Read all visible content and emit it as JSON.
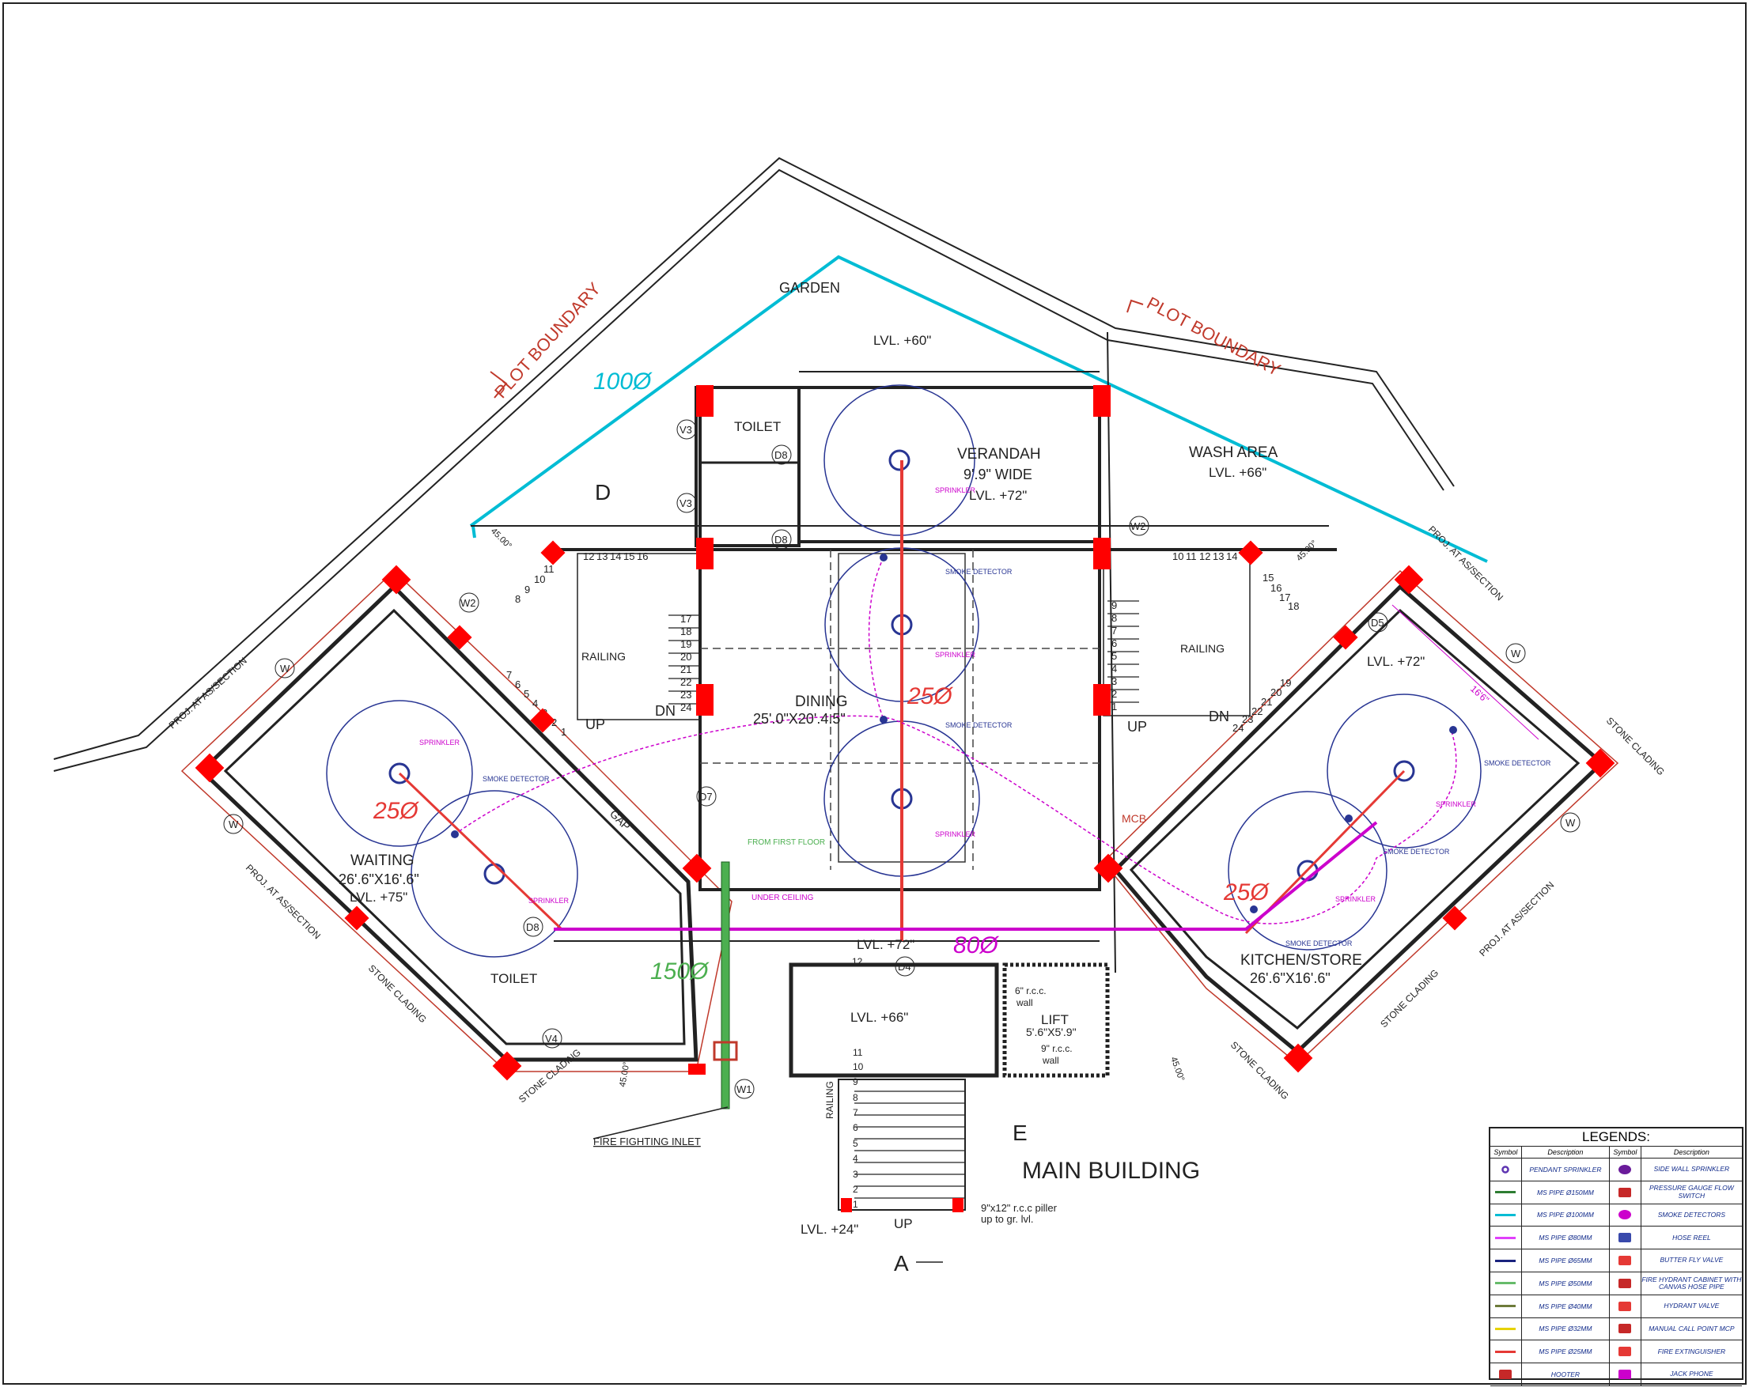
{
  "rooms": {
    "garden": "GARDEN",
    "garden_level": "LVL. +60\"",
    "toilet_top": "TOILET",
    "verandah": "VERANDAH",
    "verandah_size": "9'.9\" WIDE",
    "verandah_level": "LVL. +72\"",
    "wash_area": "WASH AREA",
    "wash_level": "LVL. +66\"",
    "block_d": "D",
    "dining": "DINING",
    "dining_size": "25'.0\"X20'.4.5\"",
    "waiting": "WAITING",
    "waiting_size": "26'.6\"X16'.6\"",
    "waiting_level": "LVL. +75\"",
    "toilet_bottom": "TOILET",
    "kitchen": "KITCHEN/STORE",
    "kitchen_size": "26'.6\"X16'.6\"",
    "kitchen_level": "LVL. +72\"",
    "lobby_level": "LVL. +72\"",
    "lobby_num": "12",
    "entry_level": "LVL. +66\"",
    "lift": "LIFT",
    "lift_size": "5'.6\"X5'.9\"",
    "lift_wall_top": "6\" r.c.c.",
    "lift_wall_top2": "wall",
    "lift_wall_bottom": "9\" r.c.c.",
    "lift_wall_bottom2": "wall",
    "block_e": "E",
    "main_building": "MAIN BUILDING",
    "stair_level": "LVL. +24\"",
    "stair_up": "UP",
    "section_a": "A",
    "piller_note": "9\"x12\" r.c.c piller",
    "piller_note2": "up to gr. lvl."
  },
  "boundary": {
    "left": "PLOT BOUNDARY",
    "right": "PLOT BOUNDARY"
  },
  "labels": {
    "railing": "RAILING",
    "up": "UP",
    "dn": "DN",
    "gap": "GAP",
    "mcb": "MCB",
    "proj_section": "PROJ. AT AS/SECTION",
    "stone_cladding": "STONE CLADING",
    "angle": "45.00°",
    "angle_r": "45.00°",
    "dim_kitchen": "16'6\"",
    "fire_inlet": "FIRE FIGHTING INLET",
    "from_first_floor": "FROM FIRST FLOOR",
    "under_ceiling": "UNDER CEILING",
    "sprinkler": "SPRINKLER",
    "smoke_detector": "SMOKE DETECTOR"
  },
  "pipes": {
    "p100": "100Ø",
    "p25a": "25Ø",
    "p25b": "25Ø",
    "p25c": "25Ø",
    "p150": "150Ø",
    "p80": "80Ø"
  },
  "tags": {
    "v3": "V3",
    "d8": "D8",
    "d7": "D7",
    "d4": "D4",
    "d5": "D5",
    "w2": "W2",
    "w": "W",
    "v4": "V4",
    "w1": "W1"
  },
  "stair_left_top": [
    "12",
    "13",
    "14",
    "15",
    "16"
  ],
  "stair_left_side": [
    "17",
    "18",
    "19",
    "20",
    "21",
    "22",
    "23",
    "24"
  ],
  "stair_left_diag": [
    "11",
    "10",
    "9",
    "8",
    "7",
    "6",
    "5",
    "4",
    "3",
    "2",
    "1"
  ],
  "stair_right_top": [
    "10",
    "11",
    "12",
    "13",
    "14"
  ],
  "stair_right_side": [
    "9",
    "8",
    "7",
    "6",
    "5",
    "4",
    "3",
    "2",
    "1"
  ],
  "stair_right_diag": [
    "15",
    "16",
    "17",
    "18",
    "19",
    "20",
    "21",
    "22",
    "23",
    "24"
  ],
  "stair_main": [
    "11",
    "10",
    "9",
    "8",
    "7",
    "6",
    "5",
    "4",
    "3",
    "2",
    "1"
  ],
  "legend": {
    "title": "LEGENDS:",
    "headers": [
      "Symbol",
      "Description",
      "Symbol",
      "Description"
    ],
    "rows": [
      {
        "left": "PENDANT SPRINKLER",
        "right": "SIDE WALL SPRINKLER"
      },
      {
        "left": "MS PIPE Ø150MM",
        "right": "PRESSURE GAUGE FLOW SWITCH"
      },
      {
        "left": "MS PIPE Ø100MM",
        "right": "SMOKE DETECTORS"
      },
      {
        "left": "MS PIPE Ø80MM",
        "right": "HOSE REEL"
      },
      {
        "left": "MS PIPE Ø65MM",
        "right": "BUTTER FLY VALVE"
      },
      {
        "left": "MS PIPE Ø50MM",
        "right": "FIRE HYDRANT CABINET WITH CANVAS HOSE PIPE"
      },
      {
        "left": "MS PIPE Ø40MM",
        "right": "HYDRANT VALVE"
      },
      {
        "left": "MS PIPE Ø32MM",
        "right": "MANUAL CALL POINT MCP"
      },
      {
        "left": "MS PIPE Ø25MM",
        "right": "FIRE EXTINGUISHER"
      },
      {
        "left": "HOOTER",
        "right": "JACK PHONE"
      }
    ],
    "pipe_colors": [
      "",
      "#2e7d32",
      "#00bcd4",
      "#e040fb",
      "#1a237e",
      "#66bb6a",
      "#6d7b3a",
      "#e6d200",
      "#e53935",
      ""
    ]
  },
  "colors": {
    "wall": "#222222",
    "column": "#ff0000",
    "boundary": "#c0392b",
    "pipe100": "#00bcd4",
    "pipe150": "#4caf50",
    "pipe80": "#cc00cc",
    "pipe25": "#e53935",
    "detector": "#283593"
  }
}
